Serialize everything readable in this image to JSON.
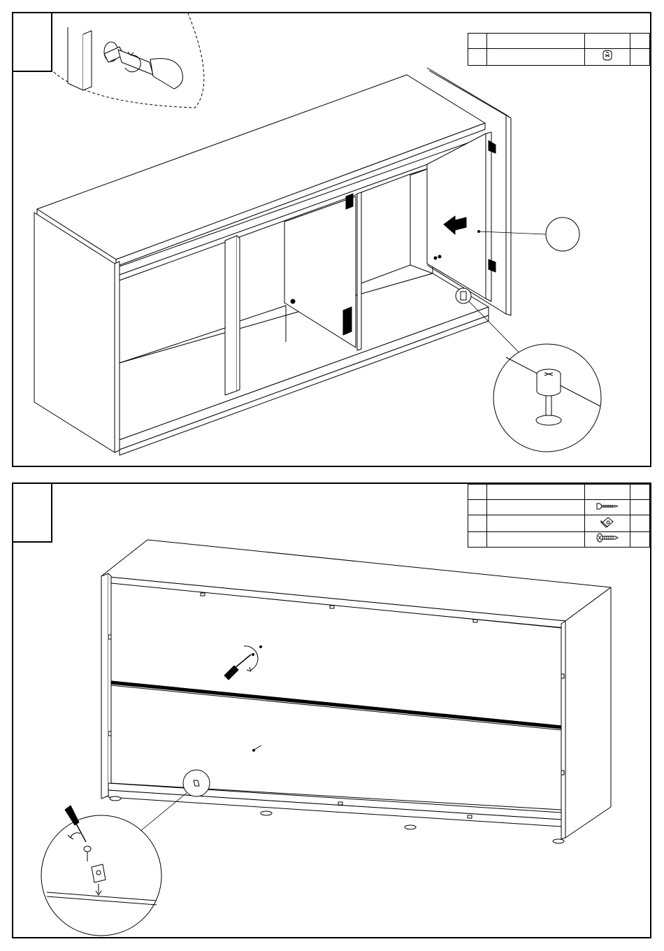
{
  "document": {
    "type": "furniture-assembly-instructions",
    "steps": [
      {
        "id": "step-1",
        "step_number": "",
        "parts_table": {
          "header": [
            "",
            "",
            "",
            ""
          ],
          "rows": [
            {
              "ref": "",
              "name": "",
              "icon": "cam-lock-icon",
              "qty": ""
            }
          ]
        },
        "callouts": [
          "cam-lock-detail",
          "cam-bolt-detail",
          "ref-circle"
        ]
      },
      {
        "id": "step-2",
        "step_number": "",
        "parts_table": {
          "header": [
            "",
            "",
            "",
            ""
          ],
          "rows": [
            {
              "ref": "",
              "name": "",
              "icon": "countersunk-screw-icon",
              "qty": ""
            },
            {
              "ref": "",
              "name": "",
              "icon": "corner-bracket-icon",
              "qty": ""
            },
            {
              "ref": "",
              "name": "",
              "icon": "pan-head-screw-icon",
              "qty": ""
            }
          ]
        },
        "callouts": [
          "bracket-screw-detail"
        ]
      }
    ]
  },
  "colors": {
    "line": "#000000",
    "background": "#ffffff"
  }
}
